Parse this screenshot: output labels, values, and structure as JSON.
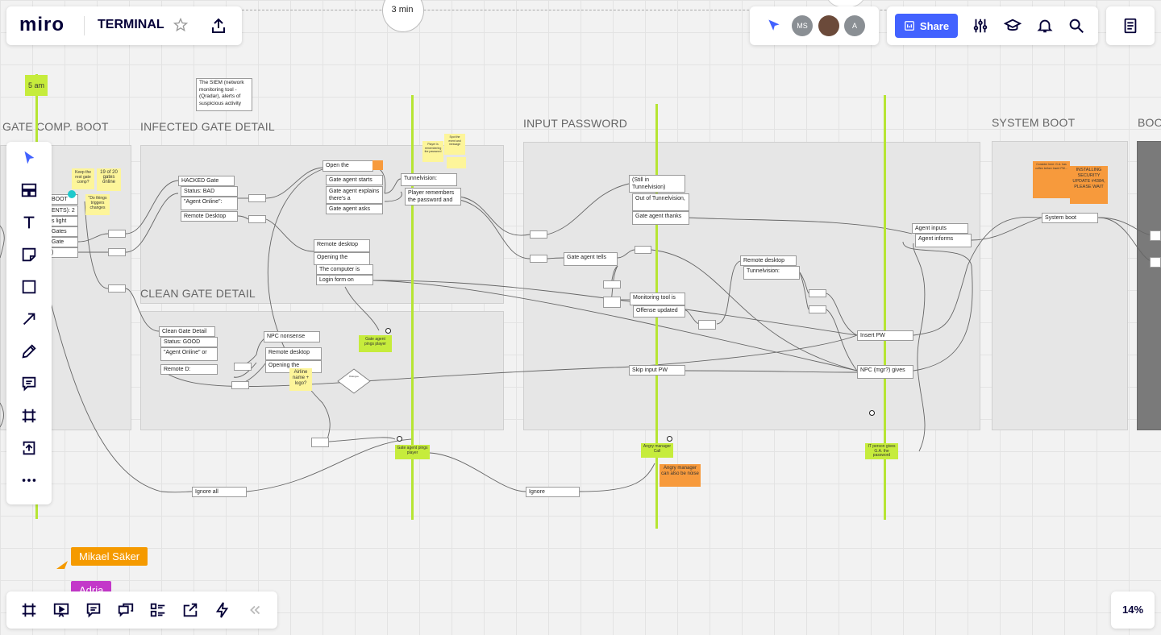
{
  "app": {
    "logo": "miro",
    "board_title": "TERMINAL"
  },
  "timer": {
    "label": "3 min"
  },
  "topbar": {
    "share_label": "Share",
    "avatars": [
      {
        "initials": "MS",
        "color": "#8a8f94"
      },
      {
        "initials": "",
        "color": "#6b4a3a"
      },
      {
        "initials": "A",
        "color": "#8a8f94"
      }
    ]
  },
  "zoom": {
    "label": "14%"
  },
  "frames": {
    "gate_comp_boot": "GATE COMP. BOOT",
    "infected_gate_detail": "INFECTED GATE DETAIL",
    "clean_gate_detail": "CLEAN GATE DETAIL",
    "input_password": "INPUT PASSWORD",
    "system_boot": "SYSTEM BOOT",
    "boo": "BOO"
  },
  "notes": {
    "five_am": "5 am",
    "siem": "The SIEM (network monitoring tool - (Qradar), alerts of suspicious activity"
  },
  "cards": {
    "boot": "BOOT",
    "ents": "ENTS): 2",
    "light": "s light",
    "gates": "Gates",
    "gate": "Gate",
    "paren": ")",
    "hacked_gate": "HACKED Gate",
    "status_bad": "Status: BAD",
    "agent_online": "\"Agent Online\":",
    "remote_desktop": "Remote Desktop",
    "open_the": "Open the",
    "gate_agent_starts": "Gate agent starts",
    "gate_agent_explains": "Gate agent explains there's a",
    "gate_agent_asks": "Gate agent asks",
    "tunnelvision": "Tunnelvision:",
    "player_remembers": "Player remembers the password and",
    "remote_desktop_2": "Remote desktop",
    "opening_the": "Opening the",
    "computer_is": "The computer is",
    "login_form_on": "Login form on",
    "clean_gate_detail_card": "Clean Gate Detail",
    "status_good": "Status: GOOD",
    "agent_online_or": "\"Agent Online\" or",
    "remote_d": "Remote D:",
    "npc_nonsense": "NPC nonsense",
    "remote_desktop_3": "Remote desktop",
    "opening_the_2": "Opening the",
    "still_in_tunnelvision": "(Still in Tunnelvision)",
    "out_of_tunnelvision": "Out of Tunnelvision,",
    "gate_agent_thanks": "Gate agent thanks",
    "gate_agent_tells": "Gate agent tells",
    "monitoring_tool_is": "Monitoring tool is",
    "offense_updated": "Offense updated",
    "remote_desktop_4": "Remote desktop",
    "tunnelvision_2": "Tunnelvision:",
    "insert_pw": "Insert PW",
    "skip_input_pw": "Skip input PW",
    "npc_gives": "NPC (mgr?) gives",
    "agent_inputs": "Agent inputs",
    "agent_informs": "Agent informs",
    "system_boot_card": "System boot",
    "ignore_all": "Ignore all",
    "ignore": "Ignore"
  },
  "stickies": {
    "s1": "Keep the rest gate comp?",
    "s2": "19 of 20 gates online",
    "s3": "\"Do things triggers changes",
    "s4": "Player is remembering the password",
    "s5": "Spot the event and message",
    "s6": "Gate agent pings player",
    "s7": "Airline name + logo?",
    "s8": "Gate agent pings player",
    "s9": "Angry manager Call",
    "s10": "Angry manager can also be noise",
    "s11": "IT person gives G.A. the password",
    "s12": "Consider here: G.A. has coffee before Insert PW...",
    "s13": "INSTALLING SECURITY UPDATE #4384, PLEASE WAIT",
    "diamond": "Dialogue"
  },
  "cursors": [
    {
      "name": "Mikael Säker",
      "color": "#f59a00"
    },
    {
      "name": "Adria",
      "color": "#c338c9"
    }
  ],
  "colors": {
    "accent": "#4262ff",
    "guide": "#b6e533",
    "sticky_yellow": "#fdf59a",
    "sticky_green": "#c6ec3c",
    "sticky_orange": "#f79a3c"
  }
}
